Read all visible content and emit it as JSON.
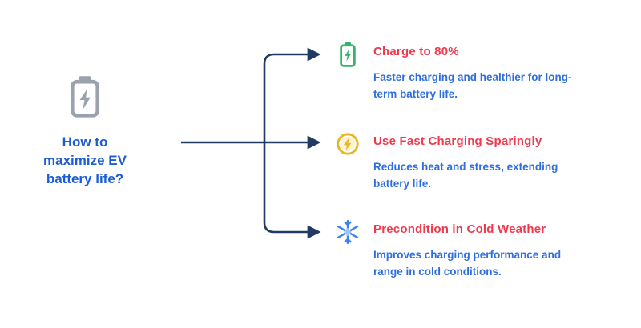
{
  "diagram": {
    "title": "How to maximize EV battery life?",
    "items": [
      {
        "heading": "Charge to 80%",
        "description": "Faster charging and healthier for long-term battery life.",
        "icon": "battery-eco-icon",
        "icon_color": "#34b36a"
      },
      {
        "heading": "Use Fast Charging Sparingly",
        "description": "Reduces heat and stress, extending battery life.",
        "icon": "fast-charging-icon",
        "icon_color": "#e8b621"
      },
      {
        "heading": "Precondition in Cold Weather",
        "description": "Improves charging performance and range in cold conditions.",
        "icon": "snowflake-icon",
        "icon_color": "#3b82f6"
      }
    ],
    "colors": {
      "heading_text": "#f0394d",
      "body_text": "#2e6fdd",
      "title_text": "#1d5dd3",
      "arrow": "#1f3b63",
      "battery_gray": "#9aa2ad",
      "background": "#ffffff"
    }
  }
}
